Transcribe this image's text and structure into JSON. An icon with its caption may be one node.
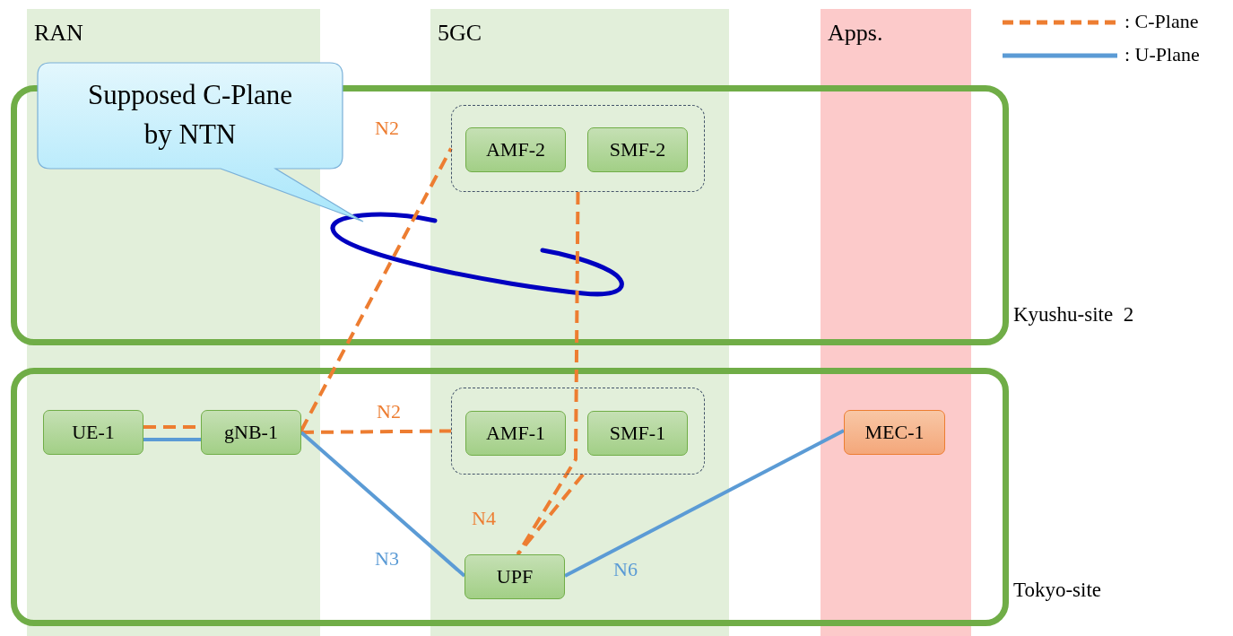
{
  "diagram": {
    "nodes": [
      {
        "text": [
          "Kyushu-site  2"
        ]
      },
      {
        "text": [
          "Tokyo-site"
        ]
      },
      {
        "text": [],
        "shape": "box",
        "in": 0
      },
      {
        "text": [
          "AMF-2"
        ],
        "in": 2
      },
      {
        "text": [
          "SMF-2"
        ],
        "in": 2
      },
      {
        "text": [
          "UE-1"
        ],
        "in": 1
      },
      {
        "text": [
          "gNB-1"
        ],
        "in": 1
      },
      {
        "text": [],
        "shape": "box",
        "in": 1
      },
      {
        "text": [
          "AMF-1"
        ],
        "in": 7
      },
      {
        "text": [
          "SMF-1"
        ],
        "in": 7
      },
      {
        "text": [
          "UPF"
        ],
        "in": 1
      },
      {
        "text": [
          "MEC-1"
        ],
        "in": 1
      },
      {
        "text": [
          "Supposed C-Plane by NTN"
        ]
      }
    ],
    "edges": [
      {
        "from": 5,
        "to": 6,
        "arrow": "none",
        "style": "dashed"
      },
      {
        "from": 5,
        "to": 6,
        "arrow": "none",
        "color": "#5b9bd5"
      },
      {
        "from": 6,
        "to": 2,
        "arrow": "none",
        "style": "dashed",
        "label": "N2"
      },
      {
        "from": 6,
        "to": 7,
        "arrow": "none",
        "style": "dashed",
        "label": "N2"
      },
      {
        "from": 2,
        "to": 10,
        "arrow": "none",
        "style": "dashed"
      },
      {
        "from": 7,
        "to": 10,
        "arrow": "none",
        "style": "dashed",
        "label": "N4"
      },
      {
        "from": 6,
        "to": 10,
        "arrow": "none",
        "color": "#5b9bd5",
        "label": "N3"
      },
      {
        "from": 10,
        "to": 11,
        "arrow": "none",
        "color": "#5b9bd5",
        "label": "N6"
      }
    ],
    "labels": [
      "RAN",
      "5GC",
      "Apps."
    ],
    "legend": [
      {
        "text": ": C-Plane"
      },
      {
        "text": ": U-Plane"
      }
    ]
  }
}
